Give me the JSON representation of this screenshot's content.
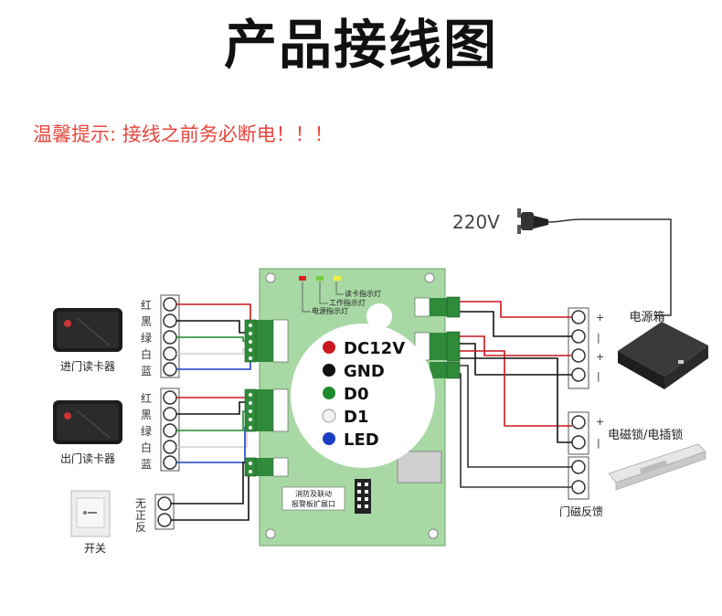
{
  "title": "产品接线图",
  "warning": "温馨提示: 接线之前务必断电！！！",
  "power_label": "220V",
  "indicators": {
    "reader": "读卡指示灯",
    "work": "工作指示灯",
    "power": "电源指示灯"
  },
  "wire_colors_left": [
    "红",
    "黑",
    "绿",
    "白",
    "蓝"
  ],
  "reader_in_label": "进门读卡器",
  "reader_out_label": "出门读卡器",
  "switch_label": "开关",
  "switch_terminals": [
    "无",
    "正",
    "反"
  ],
  "fire_port_label": [
    "消防及联动",
    "报警板扩展口"
  ],
  "legend": [
    {
      "label": "DC12V",
      "color": "#c8171e"
    },
    {
      "label": "GND",
      "color": "#111111"
    },
    {
      "label": "D0",
      "color": "#1f8a2b"
    },
    {
      "label": "D1",
      "color": "#f2f2f2"
    },
    {
      "label": "LED",
      "color": "#1a3fc4"
    }
  ],
  "plus_minus": [
    "+",
    "|",
    "+",
    "|"
  ],
  "power_box_label": "电源箱",
  "lock_label": "电磁锁/电插锁",
  "lock_terminals": [
    "+",
    "|"
  ],
  "door_feedback_label": "门磁反馈",
  "colors": {
    "red": "#c8171e",
    "black": "#111111",
    "green": "#1f8a2b",
    "white": "#e6e6e6",
    "blue": "#1a3fc4",
    "board": "#a8d8a4"
  }
}
